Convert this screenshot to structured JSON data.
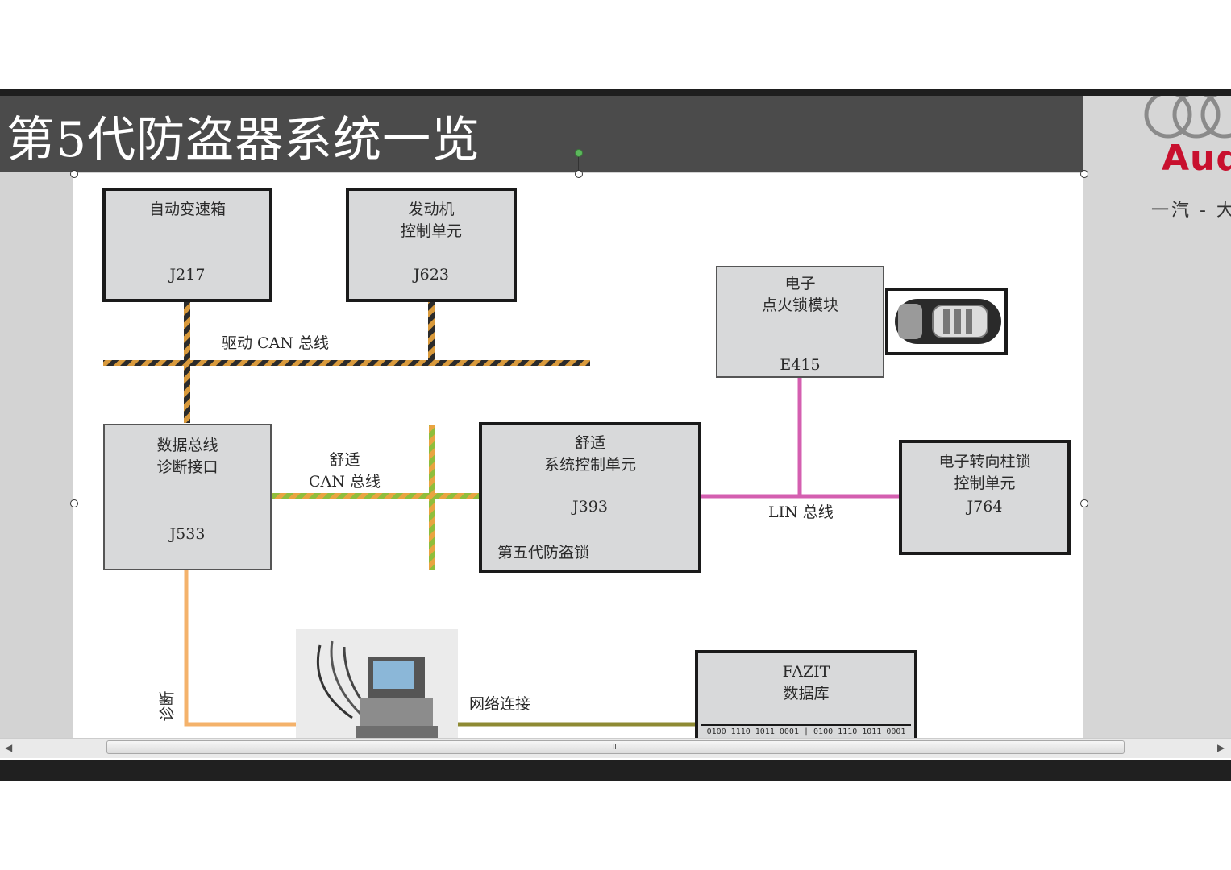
{
  "slide": {
    "title": "第5代防盗器系统一览"
  },
  "brand": {
    "logo_text": "Audi",
    "sub_text": "一汽 - 大众"
  },
  "boxes": {
    "j217": {
      "name": "自动变速箱",
      "code": "J217"
    },
    "j623": {
      "name": "发动机\n控制单元",
      "code": "J623"
    },
    "e415": {
      "name": "电子\n点火锁模块",
      "code": "E415"
    },
    "j533": {
      "name": "数据总线\n诊断接口",
      "code": "J533"
    },
    "j393": {
      "name": "舒适\n系统控制单元",
      "code": "J393",
      "note": "第五代防盗锁"
    },
    "j764": {
      "name": "电子转向柱锁\n控制单元",
      "code": "J764"
    },
    "fazit": {
      "name": "FAZIT\n数据库",
      "binary": "0100 1110 1011 0001 | 0100 1110 1011 0001"
    }
  },
  "buses": {
    "drive_can": "驱动 CAN 总线",
    "comfort_can": "舒适\nCAN 总线",
    "lin": "LIN 总线",
    "diagnosis": "诊断",
    "network": "网络连接"
  },
  "colors": {
    "drive_can": "#d99a3c",
    "comfort_can": "#8fbe3c",
    "lin": "#d45fb0",
    "diagnosis": "#f4b26b",
    "network": "#8e8a33",
    "brand_red": "#c8102e"
  },
  "scrollbar": {
    "thumb_grip": "III"
  }
}
